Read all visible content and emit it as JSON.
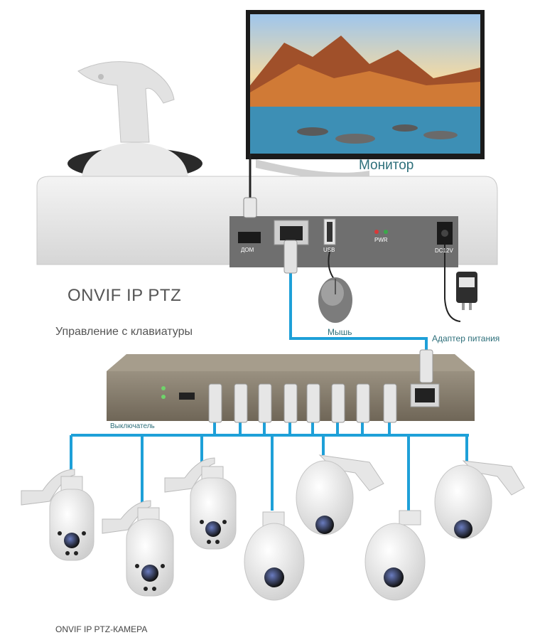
{
  "labels": {
    "monitor": "Монитор",
    "product": "ONVIF IP PTZ",
    "keyboard_control": "Управление с клавиатуры",
    "mouse": "Мышь",
    "power_adapter": "Адаптер питания",
    "switch": "Выключатель",
    "cameras": "ONVIF IP PTZ-КАМЕРА"
  },
  "ports": {
    "hdmi": "ДОМ",
    "usb": "USB",
    "pwr": "PWR",
    "dc": "DC12V"
  },
  "colors": {
    "cable": "#1ea0d8",
    "accent_text": "#2d6f7a",
    "body_text": "#555555"
  }
}
